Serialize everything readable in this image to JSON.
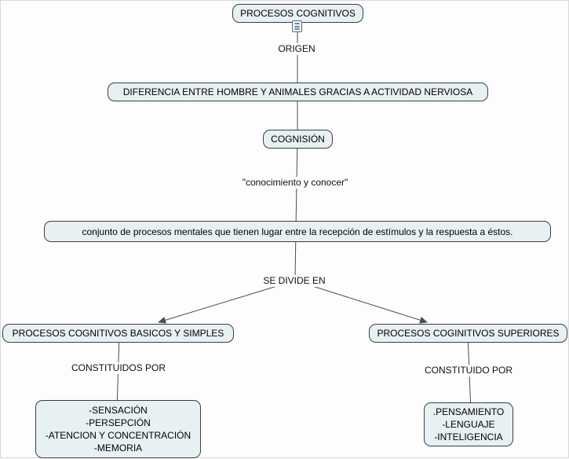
{
  "colors": {
    "background": "#fdfdfd",
    "node_fill": "#e7f0f3",
    "node_border": "#3f3f3f",
    "line": "#4d4d4d",
    "text": "#000000"
  },
  "icons": {
    "resource": "resource-icon"
  },
  "nodes": {
    "root": {
      "label": "PROCESOS COGNITIVOS"
    },
    "diferencia": {
      "label": "DIFERENCIA ENTRE HOMBRE Y ANIMALES GRACIAS A ACTIVIDAD NERVIOSA"
    },
    "cognision": {
      "label": "COGNISIÓN"
    },
    "definicion": {
      "label": "conjunto de procesos mentales que tienen lugar entre la recepción de estímulos y la respuesta a éstos."
    },
    "basicos": {
      "label": "PROCESOS COGNITIVOS BASICOS Y SIMPLES"
    },
    "superiores": {
      "label": "PROCESOS COGINITIVOS SUPERIORES"
    },
    "basicos_items": [
      "-SENSACIÓN",
      "-PERSEPCIÓN",
      "-ATENCION Y CONCENTRACIÓN",
      "-MEMORIA"
    ],
    "superiores_items": [
      ".PENSAMIENTO",
      "-LENGUAJE",
      "-INTELIGENCIA"
    ]
  },
  "link_labels": {
    "origen": "ORIGEN",
    "conocimiento": "\"conocimiento y conocer\"",
    "se_divide_en": "SE DIVIDE EN",
    "constituidos_por": "CONSTITUIDOS POR",
    "constituido_por": "CONSTITUIDO POR"
  }
}
